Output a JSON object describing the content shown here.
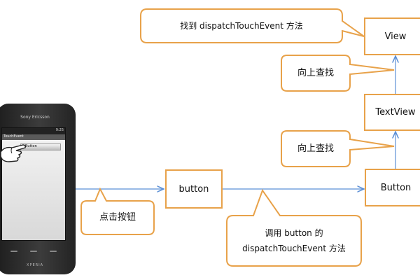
{
  "nodes": {
    "view": "View",
    "textview": "TextView",
    "button_right": "Button",
    "button_mid": "button"
  },
  "callouts": {
    "find_dispatch": "找到 dispatchTouchEvent 方法",
    "look_up_1": "向上查找",
    "look_up_2": "向上查找",
    "click_button": "点击按钮",
    "call_line1": "调用 button 的",
    "call_line2": "dispatchTouchEvent 方法"
  },
  "phone": {
    "brand": "Sony Ericsson",
    "title": "TouchEvent",
    "button_label": "Button",
    "status": "9:25",
    "footer": "XPERIA"
  },
  "colors": {
    "callout_border": "#e8a24a",
    "arrow": "#5b8fd6"
  }
}
